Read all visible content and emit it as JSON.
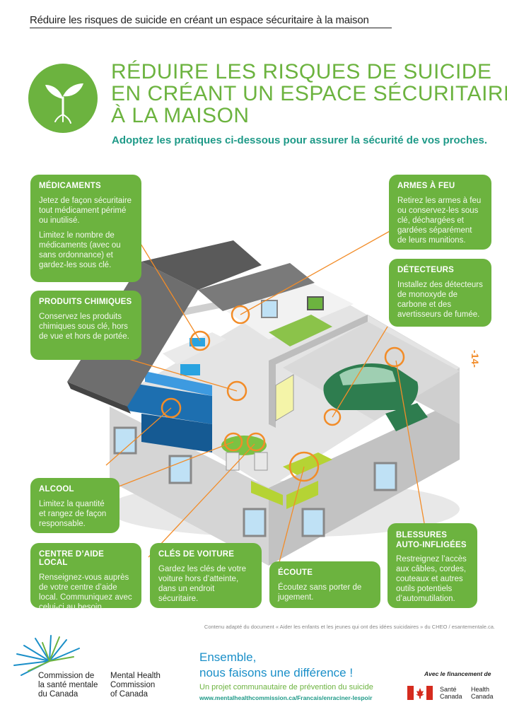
{
  "header": {
    "top_line": "Réduire les risques de suicide en créant un espace sécuritaire à la maison",
    "title_lines": [
      "RÉDUIRE LES RISQUES DE SUICIDE",
      "EN CRÉANT UN ESPACE SÉCURITAIRE",
      "À LA MAISON"
    ],
    "subtitle": "Adoptez les pratiques ci-dessous pour assurer la sécurité de vos proches."
  },
  "page_number": "-14-",
  "colors": {
    "green": "#6cb33f",
    "teal": "#1f9a88",
    "blue": "#1a8fc8",
    "orange": "#f28c28"
  },
  "boxes": {
    "medicaments": {
      "heading": "MÉDICAMENTS",
      "paragraphs": [
        "Jetez de façon sécuritaire tout médicament périmé ou inutilisé.",
        "Limitez le nombre de médicaments (avec ou sans ordonnance) et gardez-les sous clé."
      ]
    },
    "produits_chimiques": {
      "heading": "PRODUITS CHIMIQUES",
      "paragraphs": [
        "Conservez les produits chimiques sous clé, hors de vue et hors de portée."
      ]
    },
    "alcool": {
      "heading": "ALCOOL",
      "paragraphs": [
        "Limitez la quantité et rangez de façon responsable."
      ]
    },
    "centre_aide": {
      "heading": "CENTRE D’AIDE LOCAL",
      "paragraphs": [
        "Renseignez-vous auprès de votre centre d’aide local. Communiquez avec celui-ci au besoin."
      ]
    },
    "cles_voiture": {
      "heading": "CLÉS DE VOITURE",
      "paragraphs": [
        "Gardez les clés de votre voiture hors d’atteinte, dans un endroit sécuritaire."
      ]
    },
    "ecoute": {
      "heading": "ÉCOUTE",
      "paragraphs": [
        "Écoutez sans porter de jugement."
      ]
    },
    "blessures": {
      "heading": "BLESSURES AUTO-INFLIGÉES",
      "paragraphs": [
        "Restreignez l’accès aux câbles, cordes, couteaux et autres outils potentiels d’automutilation."
      ]
    },
    "armes": {
      "heading": "ARMES À FEU",
      "paragraphs": [
        "Retirez les armes à feu ou conservez-les sous clé, déchargées et gardées séparément de leurs munitions."
      ]
    },
    "detecteurs": {
      "heading": "DÉTECTEURS",
      "paragraphs": [
        "Installez des détecteurs de monoxyde de carbone et des avertisseurs de fumée."
      ]
    }
  },
  "credit": "Contenu adapté du document « Aider les enfants et les jeunes qui ont des idées suicidaires » du CHEO / esantementale.ca.",
  "footer": {
    "org_fr_lines": [
      "Commission de",
      "la santé mentale",
      "du Canada"
    ],
    "org_en_lines": [
      "Mental Health",
      "Commission",
      "of Canada"
    ],
    "ensemble_1": "Ensemble,",
    "ensemble_2": "nous faisons une différence !",
    "project": "Un projet communautaire de prévention du suicide",
    "url": "www.mentalhealthcommission.ca/Francais/enraciner-lespoir",
    "funding": "Avec le financement de",
    "hc_fr_lines": [
      "Santé",
      "Canada"
    ],
    "hc_en_lines": [
      "Health",
      "Canada"
    ]
  }
}
